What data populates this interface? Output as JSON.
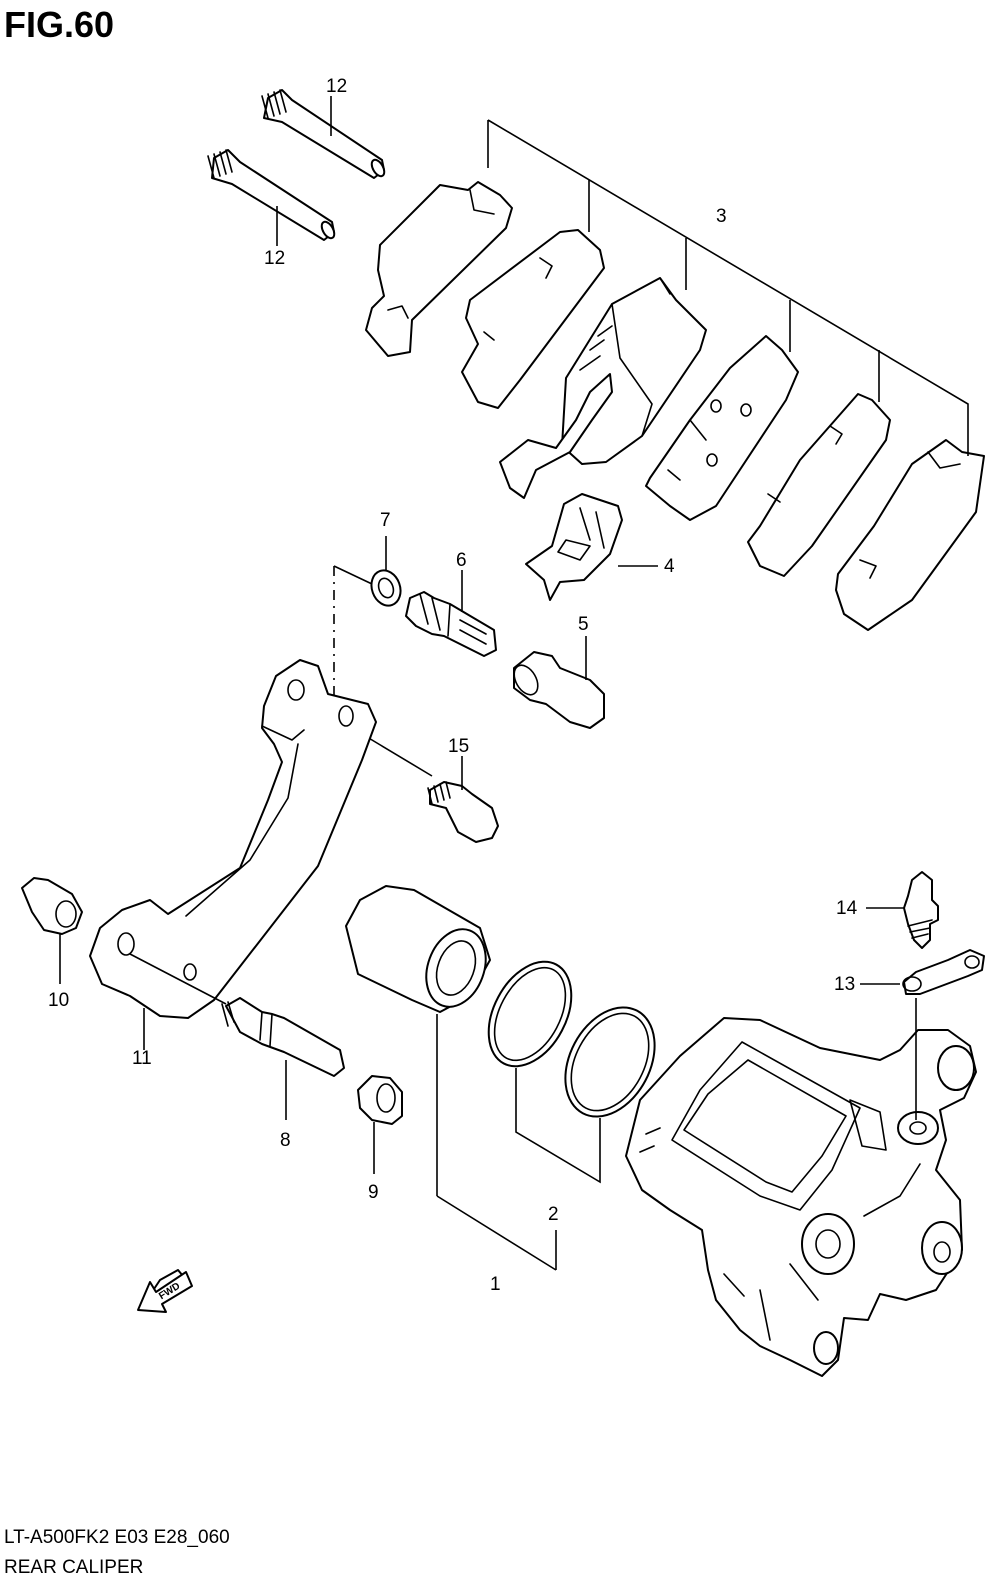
{
  "figure": {
    "title": "FIG.60",
    "model_code": "LT-A500FK2 E03 E28_060",
    "section_name": "REAR CALIPER"
  },
  "callouts": {
    "c1": "1",
    "c2": "2",
    "c3": "3",
    "c4": "4",
    "c5": "5",
    "c6": "6",
    "c7": "7",
    "c8": "8",
    "c9": "9",
    "c10": "10",
    "c11": "11",
    "c12a": "12",
    "c12b": "12",
    "c13": "13",
    "c14": "14",
    "c15": "15"
  },
  "fwd_marker": {
    "label": "FWD"
  }
}
